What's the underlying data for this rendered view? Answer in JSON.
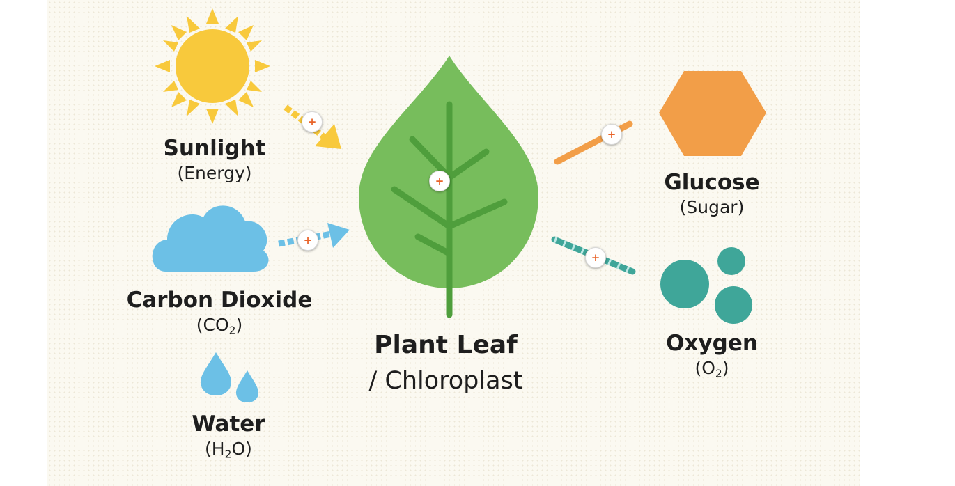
{
  "diagram": {
    "inputs": {
      "sunlight": {
        "title": "Sunlight",
        "subtitle": "(Energy)",
        "icon": "sun-icon"
      },
      "carbon_dioxide": {
        "title": "Carbon Dioxide",
        "subtitle_prefix": "(CO",
        "subtitle_sub": "2",
        "subtitle_suffix": ")",
        "icon": "cloud-icon"
      },
      "water": {
        "title": "Water",
        "subtitle_prefix": "(H",
        "subtitle_sub": "2",
        "subtitle_suffix": "O)",
        "icon": "water-drops-icon"
      }
    },
    "center": {
      "title": "Plant Leaf",
      "subtitle": "/ Chloroplast",
      "icon": "leaf-icon"
    },
    "outputs": {
      "glucose": {
        "title": "Glucose",
        "subtitle": "(Sugar)",
        "icon": "hexagon-icon"
      },
      "oxygen": {
        "title": "Oxygen",
        "subtitle_prefix": "(O",
        "subtitle_sub": "2",
        "subtitle_suffix": ")",
        "icon": "oxygen-bubbles-icon"
      }
    },
    "hotspot_symbol": "+",
    "colors": {
      "sun": "#f8c93c",
      "cloud": "#6cc0e6",
      "water": "#6cc0e6",
      "leaf": "#77bd5c",
      "leaf_vein": "#4f9e3c",
      "glucose": "#f29e48",
      "oxygen": "#3fa699",
      "hotspot_plus": "#e8642a"
    }
  }
}
